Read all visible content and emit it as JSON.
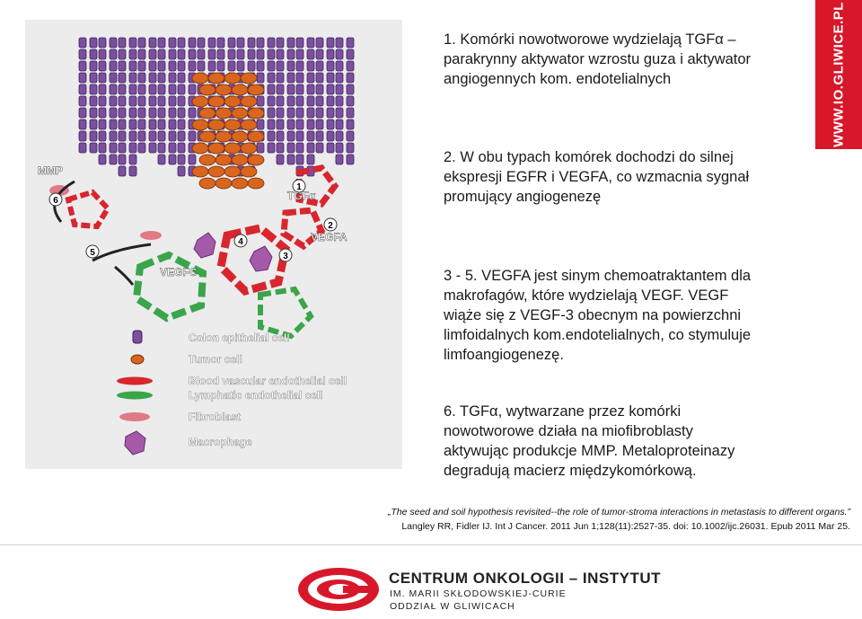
{
  "side_banner": {
    "text": "WWW.IO.GLIWICE.PL",
    "color": "#d7182a"
  },
  "paragraphs": {
    "p1": [
      "1. Komórki nowotworowe wydzielają TGFα –",
      "parakrynny aktywator wzrostu guza i aktywator",
      "angiogennych kom. endotelialnych"
    ],
    "p2": [
      "2. W obu typach komórek dochodzi do silnej",
      "ekspresji EGFR i VEGFA, co wzmacnia sygnał",
      "promujący angiogenezę"
    ],
    "p3": [
      "3 - 5. VEGFA jest sinym chemoatraktantem dla",
      "makrofagów, które wydzielają VEGF. VEGF",
      "wiąże się z VEGF-3 obecnym na powierzchni",
      "limfoidalnych kom.endotelialnych, co stymuluje",
      "limfoangiogenezę."
    ],
    "p4": [
      "6. TGFα, wytwarzane przez komórki",
      "nowotworowe działa na miofibroblasty",
      "aktywując produkcje MMP. Metaloproteinazy",
      "degradują macierz międzykomórkową."
    ]
  },
  "figure": {
    "labels": {
      "mmp": "MMP",
      "tgfa": "TGFα",
      "vegfa": "VEGFA",
      "vegfc": "VEGFC",
      "n1": "1",
      "n2": "2",
      "n3": "3",
      "n4": "4",
      "n5": "5",
      "n6": "6"
    },
    "legend": [
      {
        "label": "Colon epithelial cell",
        "color": "#7b4f9e"
      },
      {
        "label": "Tumor cell",
        "color": "#d9651e"
      },
      {
        "label": "Blood vascular endothelial cell",
        "color": "#d8262e"
      },
      {
        "label": "Lymphatic endothelial cell",
        "color": "#3aa54a"
      },
      {
        "label": "Fibroblast",
        "color": "#e07a86"
      },
      {
        "label": "Macrophage",
        "color": "#a45aa8"
      }
    ]
  },
  "citation": {
    "line1": "„The seed and soil hypothesis revisited--the role of tumor-stroma interactions in metastasis to different organs.”",
    "line2": "Langley RR, Fidler IJ. Int J Cancer. 2011 Jun 1;128(11):2527-35. doi: 10.1002/ijc.26031. Epub 2011 Mar 25."
  },
  "logo": {
    "line1": "CENTRUM ONKOLOGII – INSTYTUT",
    "line2": "IM. MARII SKŁODOWSKIEJ-CURIE",
    "line3": "ODDZIAŁ W GLIWICACH",
    "accent": "#d7182a"
  }
}
